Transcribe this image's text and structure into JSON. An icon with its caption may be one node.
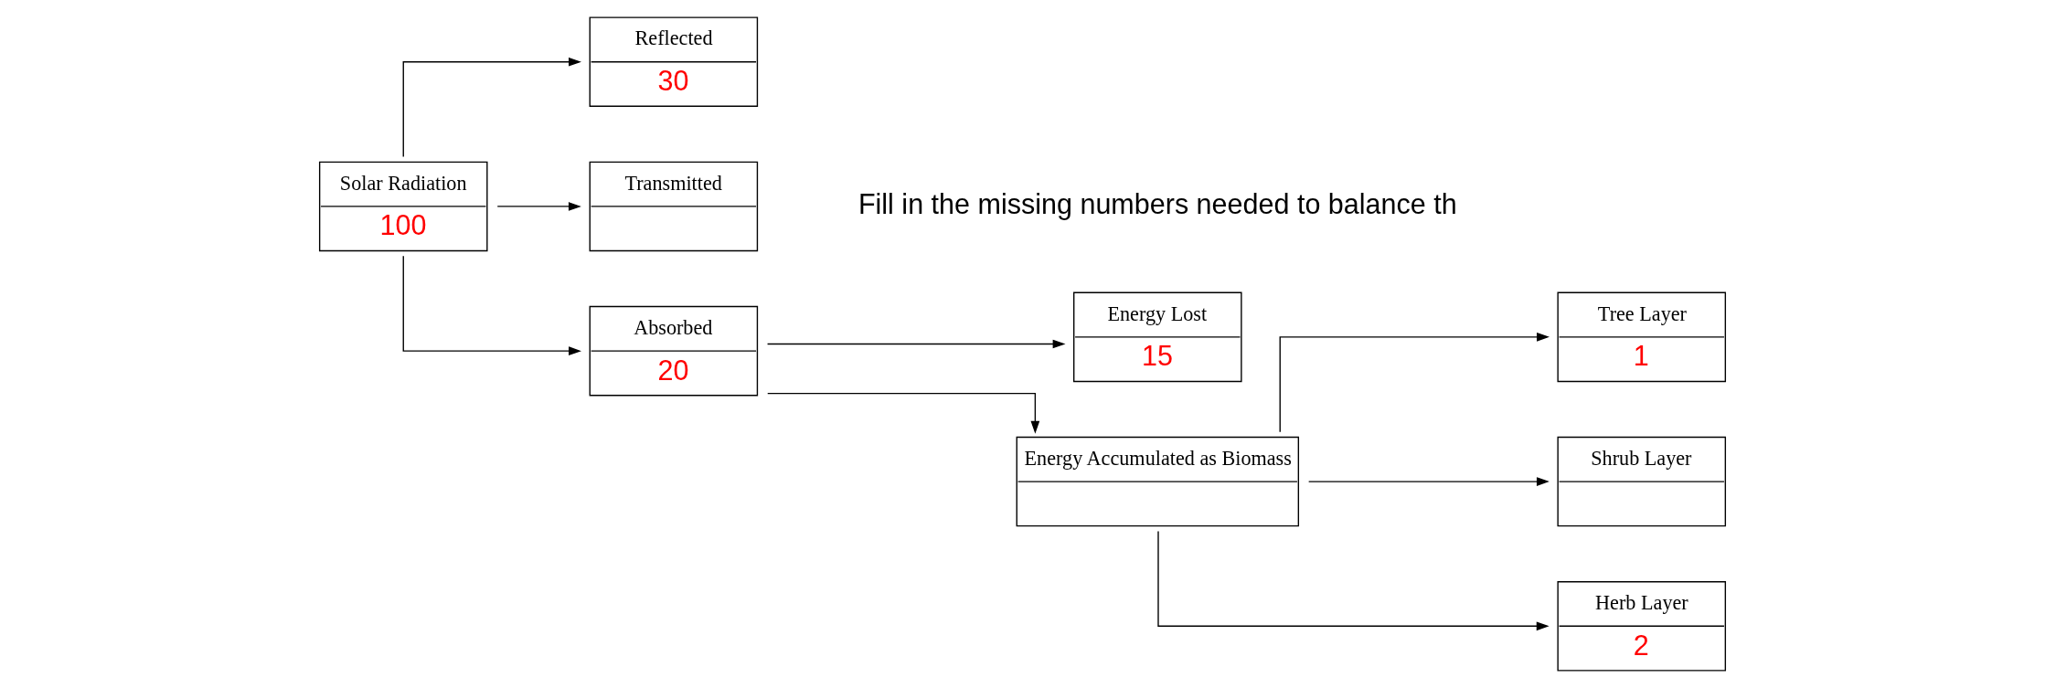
{
  "diagram": {
    "nodes": [
      {
        "text": [
          "Solar Radiation",
          "100"
        ]
      },
      {
        "text": [
          "Reflected",
          "30"
        ]
      },
      {
        "text": [
          "Transmitted"
        ]
      },
      {
        "text": [
          "Absorbed",
          "20"
        ]
      },
      {
        "text": [
          "Energy Lost",
          "15"
        ]
      },
      {
        "text": [
          "Energy Accumulated as Biomass"
        ]
      },
      {
        "text": [
          "Tree Layer",
          "1"
        ]
      },
      {
        "text": [
          "Shrub Layer"
        ]
      },
      {
        "text": [
          "Herb Layer",
          "2"
        ]
      }
    ],
    "edges": [
      {
        "from": 0,
        "to": 1,
        "arrow": "to"
      },
      {
        "from": 0,
        "to": 3,
        "arrow": "to"
      },
      {
        "from": 0,
        "to": 2,
        "arrow": "to"
      },
      {
        "from": 3,
        "to": 4,
        "arrow": "to"
      },
      {
        "from": 3,
        "to": 5,
        "arrow": "to"
      },
      {
        "from": 5,
        "to": 6,
        "arrow": "to"
      },
      {
        "from": 5,
        "to": 7,
        "arrow": "to"
      },
      {
        "from": 5,
        "to": 8,
        "arrow": "to"
      }
    ],
    "labels": [
      "Fill in the missing numbers needed to balance th"
    ]
  }
}
